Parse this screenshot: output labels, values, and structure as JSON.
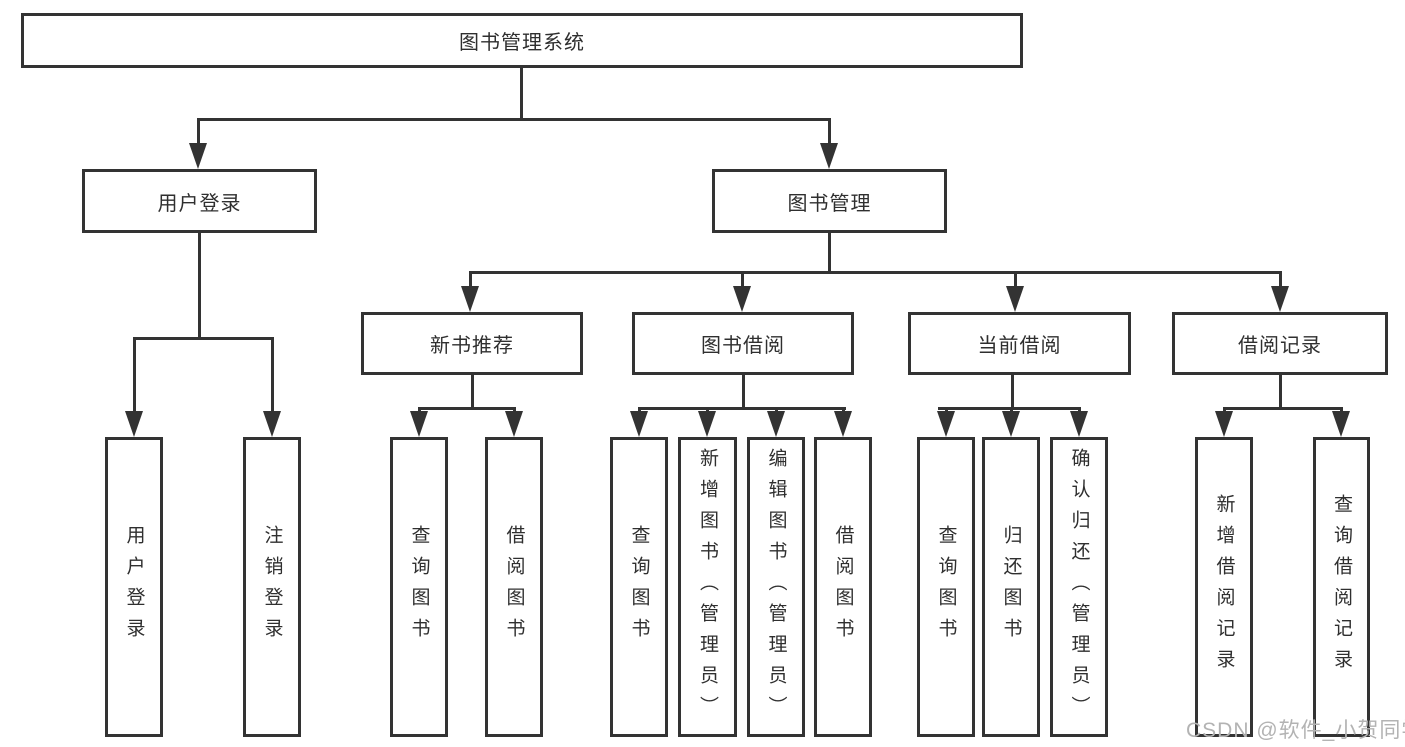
{
  "diagram": {
    "root": "图书管理系统",
    "level2": [
      "用户登录",
      "图书管理"
    ],
    "level3": [
      "新书推荐",
      "图书借阅",
      "当前借阅",
      "借阅记录"
    ],
    "leaves_user_login": [
      "用户登录",
      "注销登录"
    ],
    "leaves_new_book": [
      "查询图书",
      "借阅图书"
    ],
    "leaves_book_borrow": [
      "查询图书",
      "新增图书（管理员）",
      "编辑图书（管理员）",
      "借阅图书"
    ],
    "leaves_current_borrow": [
      "查询图书",
      "归还图书",
      "确认归还（管理员）"
    ],
    "leaves_borrow_record": [
      "新增借阅记录",
      "查询借阅记录"
    ]
  },
  "watermark": "CSDN @软件_小贺同学",
  "colors": {
    "line": "#333333",
    "text": "#2f2f2f",
    "watermark": "#b3b3b3",
    "background": "#ffffff"
  }
}
